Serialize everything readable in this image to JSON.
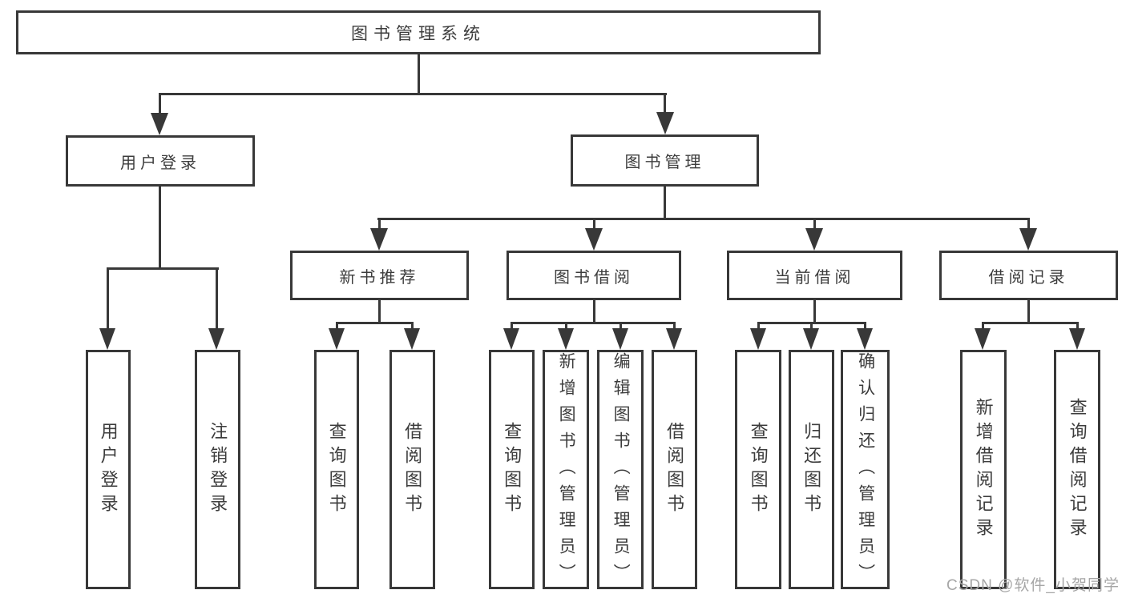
{
  "watermark": {
    "text": "CSDN @软件_小贺同学"
  },
  "colors": {
    "line": "#383838",
    "box_border": "#383838",
    "box_fill": "#ffffff",
    "text": "#3c3c3c",
    "watermark": "#a6a6a6"
  },
  "tree": {
    "root": {
      "label": "图书管理系统",
      "children": [
        {
          "label": "用户登录",
          "children": [
            {
              "label": "用户登录"
            },
            {
              "label": "注销登录"
            }
          ]
        },
        {
          "label": "图书管理",
          "children": [
            {
              "label": "新书推荐",
              "children": [
                {
                  "label": "查询图书"
                },
                {
                  "label": "借阅图书"
                }
              ]
            },
            {
              "label": "图书借阅",
              "children": [
                {
                  "label": "查询图书"
                },
                {
                  "label": "新增图书（管理员）"
                },
                {
                  "label": "编辑图书（管理员）"
                },
                {
                  "label": "借阅图书"
                }
              ]
            },
            {
              "label": "当前借阅",
              "children": [
                {
                  "label": "查询图书"
                },
                {
                  "label": "归还图书"
                },
                {
                  "label": "确认归还（管理员）"
                }
              ]
            },
            {
              "label": "借阅记录",
              "children": [
                {
                  "label": "新增借阅记录"
                },
                {
                  "label": "查询借阅记录"
                }
              ]
            }
          ]
        }
      ]
    }
  }
}
